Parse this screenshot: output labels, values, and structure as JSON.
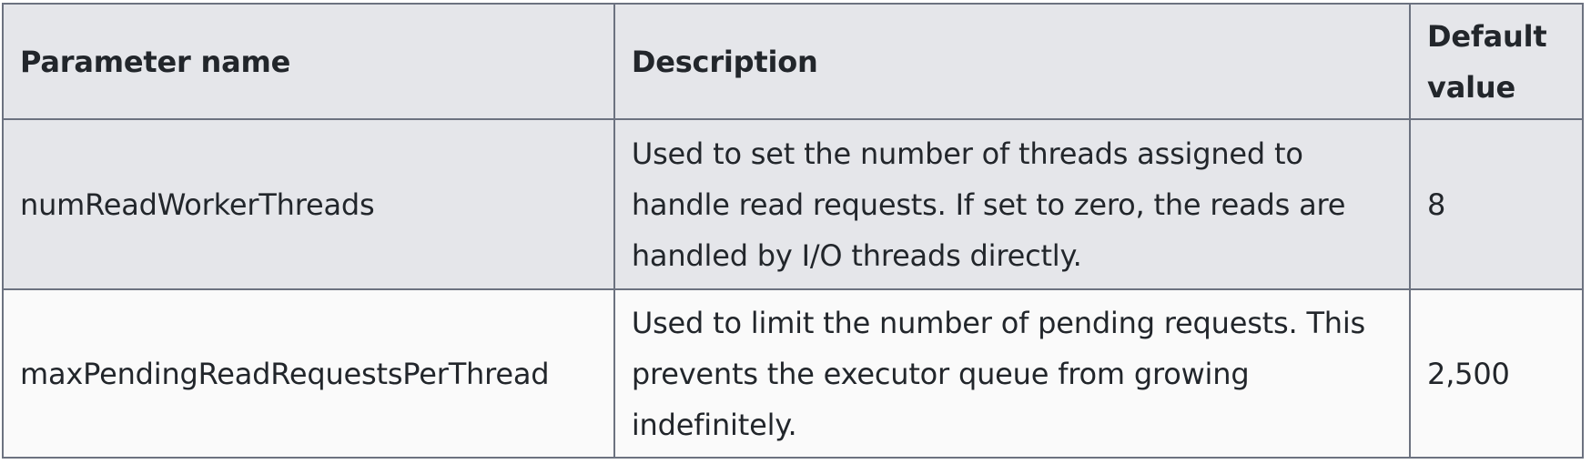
{
  "table": {
    "headers": [
      "Parameter name",
      "Description",
      "Default value"
    ],
    "rows": [
      {
        "name": "numReadWorkerThreads",
        "description": "Used to set the number of threads assigned to handle read requests. If set to zero, the reads are handled by I/O threads directly.",
        "default": "8"
      },
      {
        "name": "maxPendingReadRequestsPerThread",
        "description": "Used to limit the number of pending requests. This prevents the executor queue from growing indefinitely.",
        "default": "2,500"
      }
    ]
  },
  "colors": {
    "header_bg": "#e5e6ea",
    "row_alt_bg": "#fafafa",
    "border": "#6c7280",
    "text": "#22262b"
  }
}
